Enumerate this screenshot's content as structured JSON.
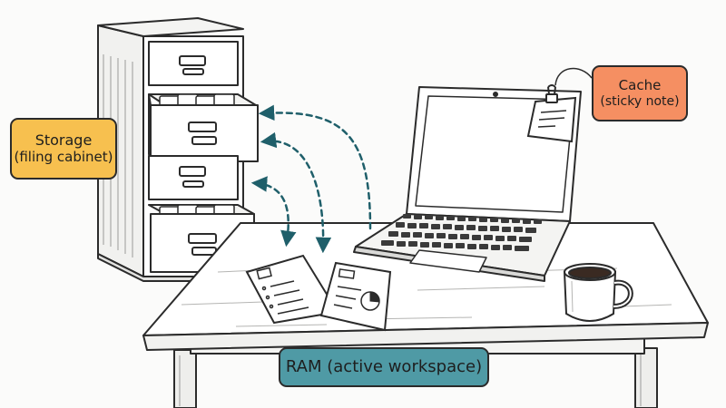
{
  "labels": {
    "storage": {
      "title": "Storage",
      "subtitle": "(filing cabinet)"
    },
    "cache": {
      "title": "Cache",
      "subtitle": "(sticky note)"
    },
    "ram": {
      "title": "RAM (active workspace)"
    }
  },
  "colors": {
    "storage": "#f7c04f",
    "cache": "#f58f62",
    "ram": "#4f9aa5",
    "arrow": "#1f5f6a",
    "ink": "#2b2b2b"
  }
}
